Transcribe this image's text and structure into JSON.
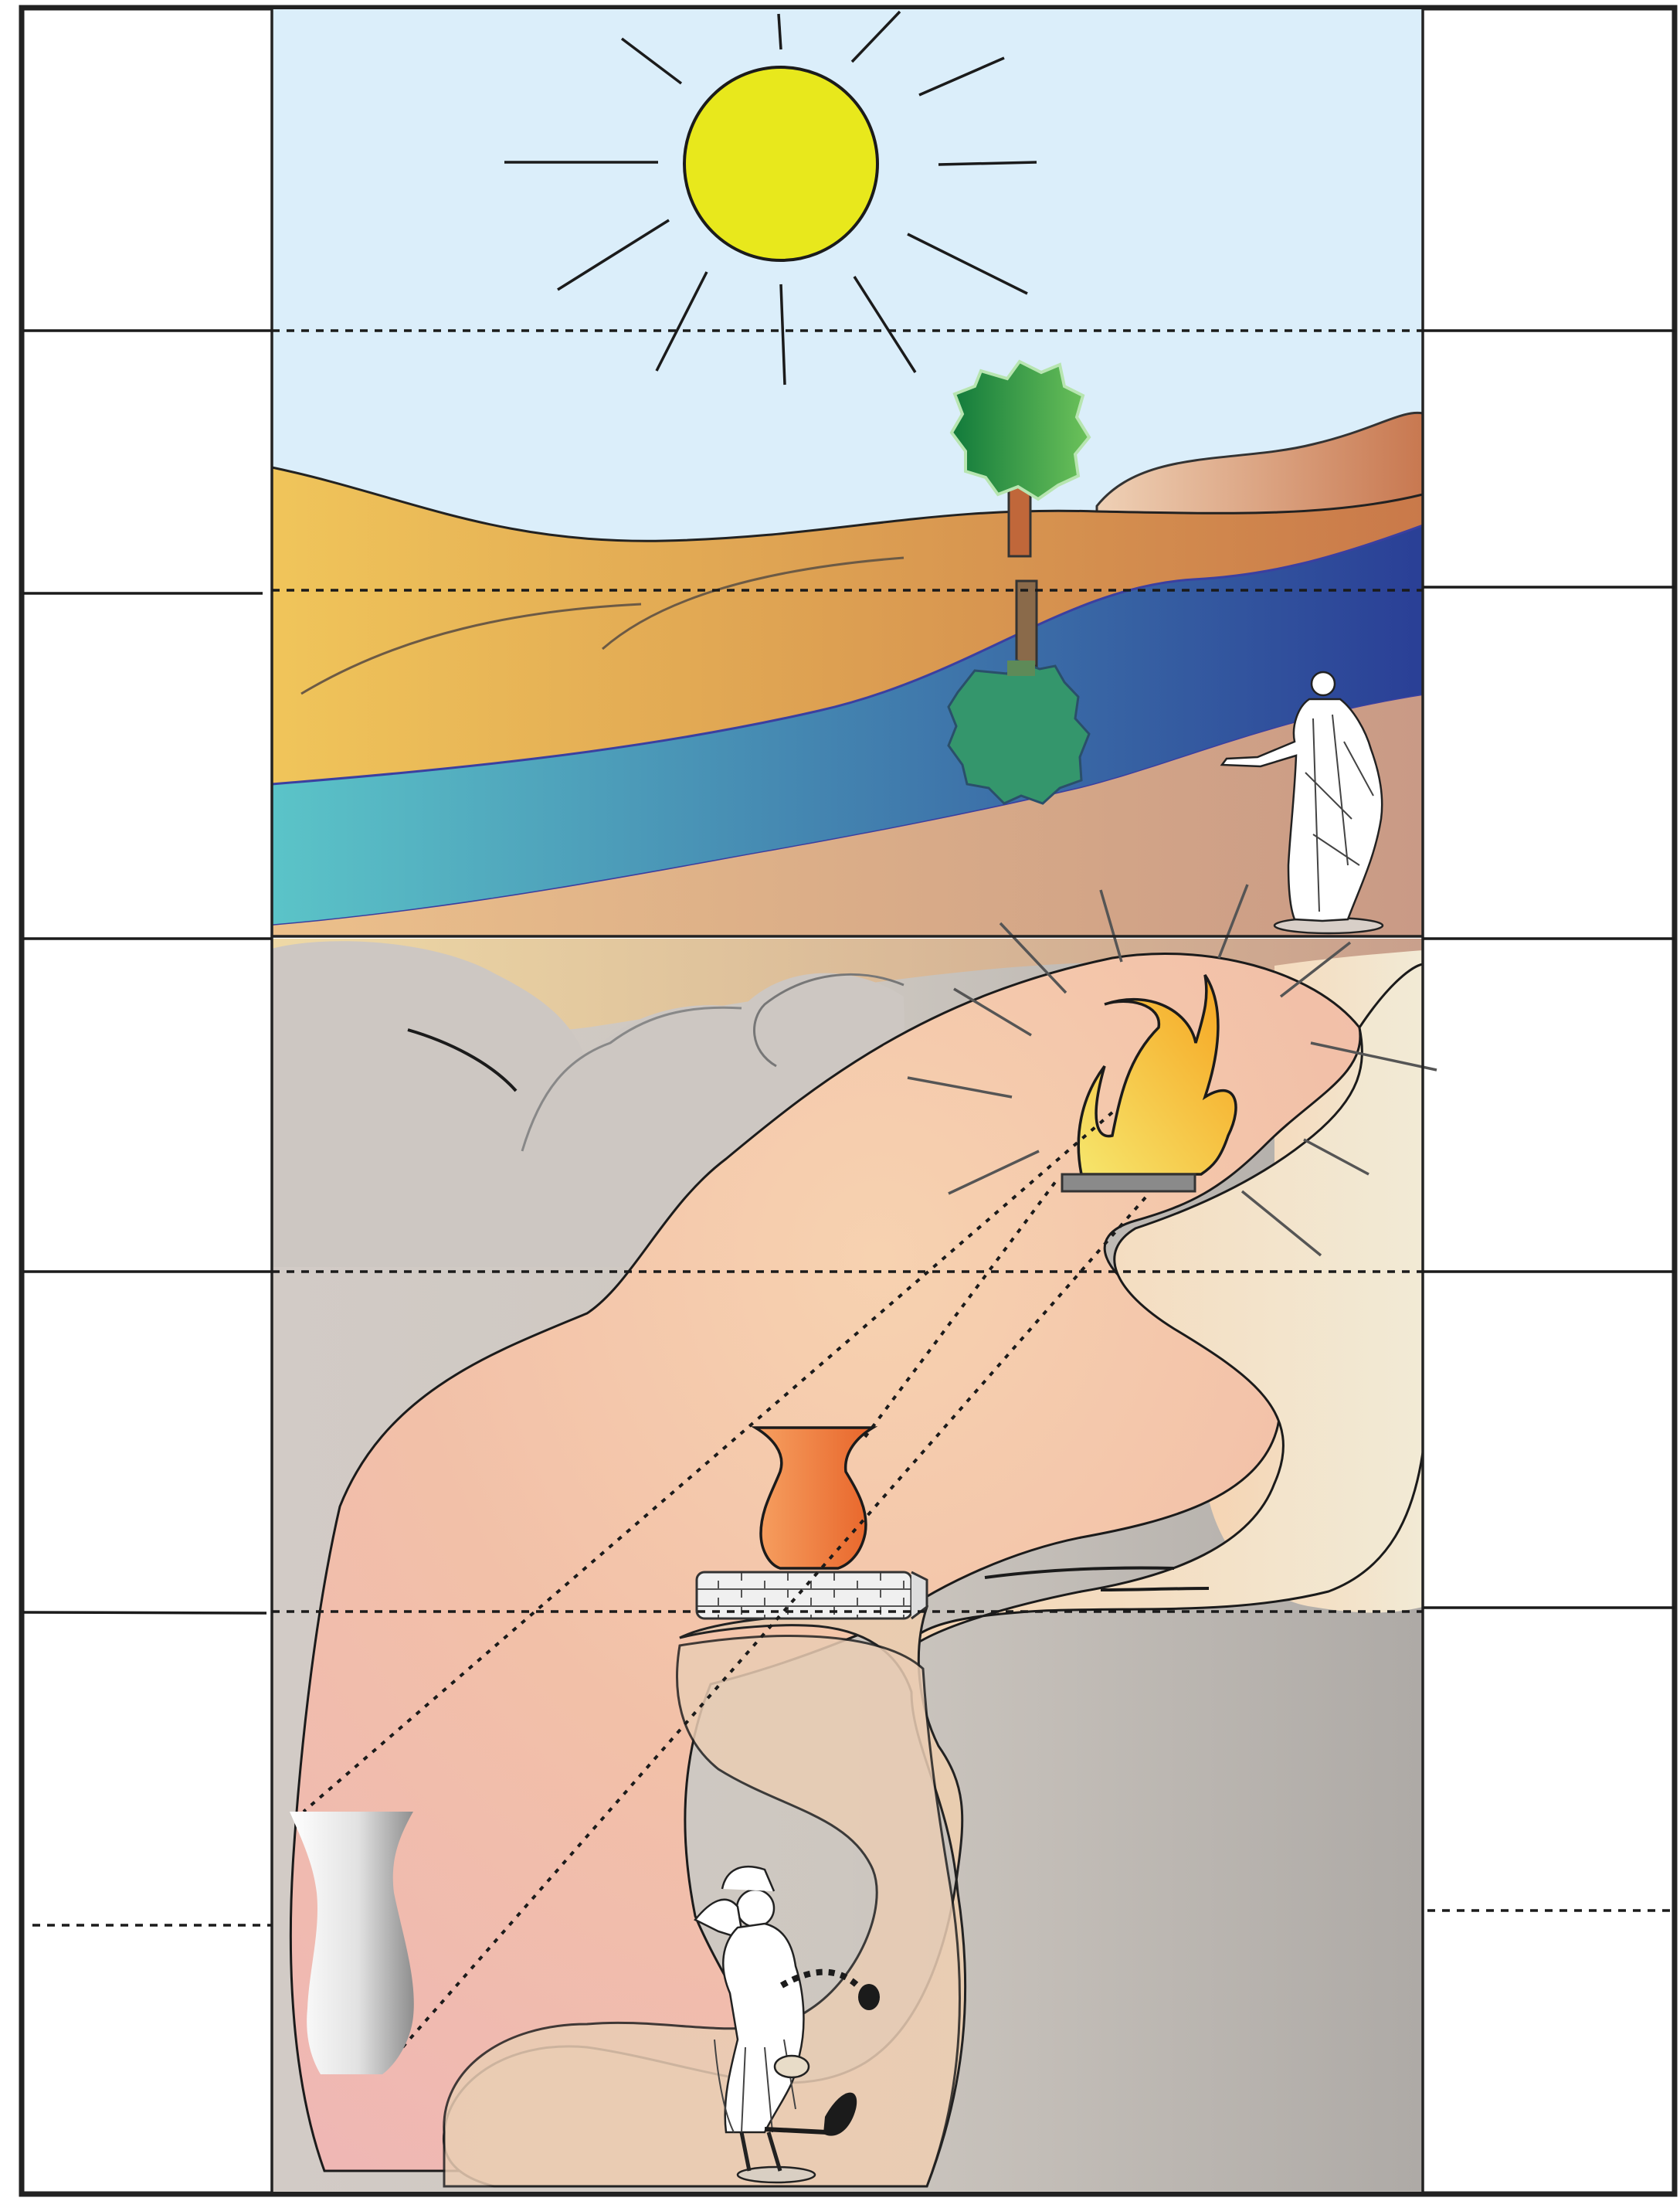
{
  "diagram": {
    "scene": "plato-divided-line-and-cave",
    "upper_section": {
      "elements": [
        "sun",
        "tree",
        "tree-reflection",
        "river",
        "hills",
        "philosopher-figure"
      ]
    },
    "lower_section": {
      "elements": [
        "cave",
        "fire",
        "fire-stand",
        "urn",
        "stone-wall",
        "shadow-vase",
        "prisoner-figure",
        "chain"
      ]
    },
    "colors": {
      "sky": "#dbeefa",
      "sun": "#e8e81c",
      "sand_light": "#f0c55a",
      "sand_dark": "#c9794a",
      "river_light": "#5bc4c8",
      "river_dark": "#2a3f96",
      "tree_light": "#6cc25a",
      "tree_dark": "#117a3b",
      "trunk": "#c0673a",
      "reflection": "#34966c",
      "cave_rock": "#cfcac4",
      "cave_glow": "#f3c4ad",
      "fire_outer": "#f6a21e",
      "fire_inner": "#f6e66c",
      "urn": "#f08a44",
      "wall": "#eeeeee",
      "frame": "#222222"
    },
    "lines": {
      "divider_count": 5,
      "style_solid": "solid",
      "style_dashed": "dashed"
    }
  }
}
